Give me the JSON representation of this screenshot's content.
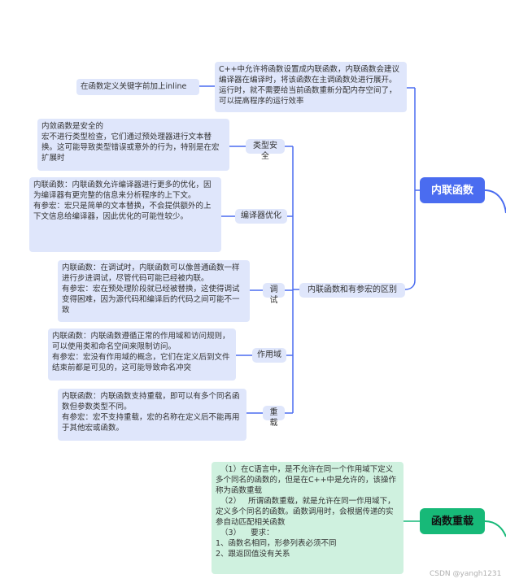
{
  "nodes": {
    "inline_title": "内联函数",
    "overload_title": "函数重载",
    "inline_desc": "C++中允许将函数设置成内联函数，内联函数会建议编译器在编译时，将该函数在主调函数处进行展开。运行时，就不需要给当前函数重新分配内存空间了，可以提高程序的运行效率",
    "keyword_note": "在函数定义关键字前加上inline",
    "diff_label": "内联函数和有参宏的区别",
    "type_safety_label": "类型安全",
    "type_safety_text": "内敛函数是安全的\n宏不进行类型检查，它们通过预处理器进行文本替换。这可能导致类型错误或意外的行为，特别是在宏扩展时",
    "compiler_label": "编译器优化",
    "compiler_text": "内联函数：内联函数允许编译器进行更多的优化，因为编译器有更完整的信息来分析程序的上下文。\n有参宏：宏只是简单的文本替换，不会提供额外的上下文信息给编译器，因此优化的可能性较少。",
    "debug_label": "调试",
    "debug_text": "内联函数：在调试时，内联函数可以像普通函数一样进行步进调试，尽管代码可能已经被内联。\n有参宏：宏在预处理阶段就已经被替换，这使得调试变得困难，因为源代码和编译后的代码之间可能不一致",
    "scope_label": "作用域",
    "scope_text": "内联函数：内联函数遵循正常的作用域和访问规则，可以使用类和命名空间来限制访问。\n有参宏：宏没有作用域的概念，它们在定义后到文件结束前都是可见的，这可能导致命名冲突",
    "overload_label": "重载",
    "overload_text": "内联函数：内联函数支持重载，即可以有多个同名函数但参数类型不同。\n有参宏：宏不支持重载，宏的名称在定义后不能再用于其他宏或函数。",
    "overload_desc": "  （1）在C语言中，是不允许在同一个作用域下定义多个同名的函数的，但是在C++中是允许的，该操作称为函数重载\n  （2）   所谓函数重载，就是允许在同一作用域下，定义多个同名的函数。函数调用时，会根据传递的实参自动匹配相关函数\n  （3）    要求：\n1、函数名相同，形参列表必须不同\n2、跟返回值没有关系"
  },
  "watermark": "CSDN @yangh1231",
  "colors": {
    "blue_line": "#4a6cf0",
    "green_line": "#17b978",
    "blue_fill": "#dfe6fb",
    "green_fill": "#cff1df"
  }
}
